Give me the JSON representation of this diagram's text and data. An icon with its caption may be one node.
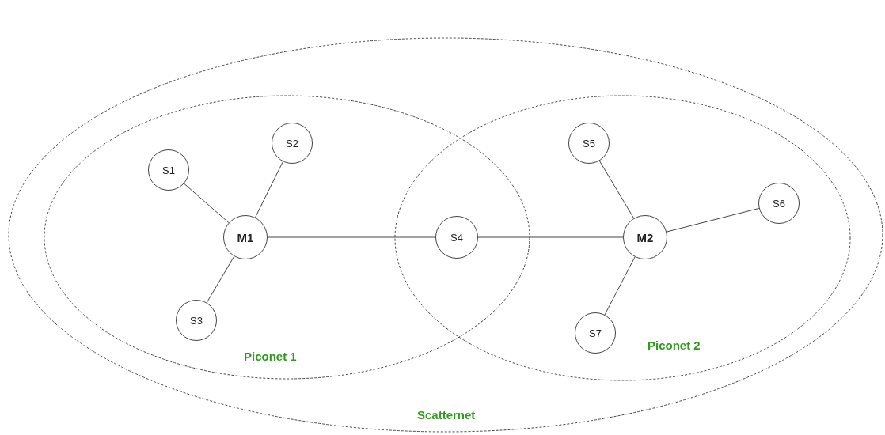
{
  "diagram": {
    "nodes": [
      {
        "text": [
          "Scatternet"
        ]
      },
      {
        "text": [
          "Piconet 1"
        ],
        "in": 0
      },
      {
        "text": [
          "Piconet 2"
        ],
        "in": 0
      },
      {
        "text": [
          "S1"
        ],
        "in": 1
      },
      {
        "text": [
          "S2"
        ],
        "in": 1
      },
      {
        "text": [
          "M1"
        ],
        "in": 1
      },
      {
        "text": [
          "S3"
        ],
        "in": 1
      },
      {
        "text": [
          "S4"
        ]
      },
      {
        "text": [
          "S5"
        ],
        "in": 2
      },
      {
        "text": [
          "S6"
        ],
        "in": 2
      },
      {
        "text": [
          "M2"
        ],
        "in": 2
      },
      {
        "text": [
          "S7"
        ],
        "in": 2
      }
    ],
    "edges": [
      {
        "from": 5,
        "to": 3,
        "arrow": "none"
      },
      {
        "from": 5,
        "to": 4,
        "arrow": "none"
      },
      {
        "from": 5,
        "to": 6,
        "arrow": "none"
      },
      {
        "from": 5,
        "to": 7,
        "arrow": "none"
      },
      {
        "from": 7,
        "to": 10,
        "arrow": "none"
      },
      {
        "from": 10,
        "to": 8,
        "arrow": "none"
      },
      {
        "from": 10,
        "to": 9,
        "arrow": "none"
      },
      {
        "from": 10,
        "to": 11,
        "arrow": "none"
      }
    ]
  }
}
